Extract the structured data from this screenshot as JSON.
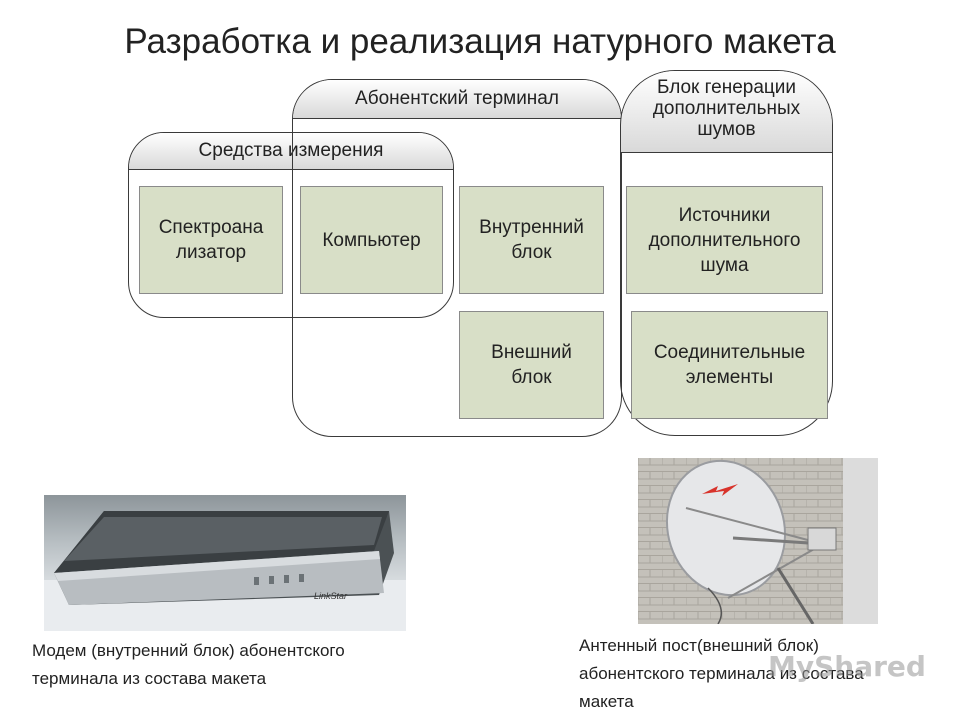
{
  "title": "Разработка и реализация натурного макета",
  "groups": {
    "measurement": "Средства измерения",
    "terminal": "Абонентский терминал",
    "noise": "Блок генерации\nдополнительных\nшумов"
  },
  "boxes": {
    "spectrum": "Спектроана\nлизатор",
    "computer": "Компьютер",
    "indoor": "Внутренний\nблок",
    "outdoor": "Внешний\nблок",
    "noise_sources": "Источники\nдополнительного\nшума",
    "connectors": "Соединительные\nэлементы"
  },
  "photos": {
    "modem_label": "LinkStar",
    "antenna_icon": "lightning-logo-icon"
  },
  "captions": {
    "modem": "Модем (внутренний блок) абонентского\nтерминала из состава макета",
    "antenna": "Антенный  пост(внешний блок)\nабонентского терминала из состава\nмакета"
  },
  "watermark": "MyShared"
}
